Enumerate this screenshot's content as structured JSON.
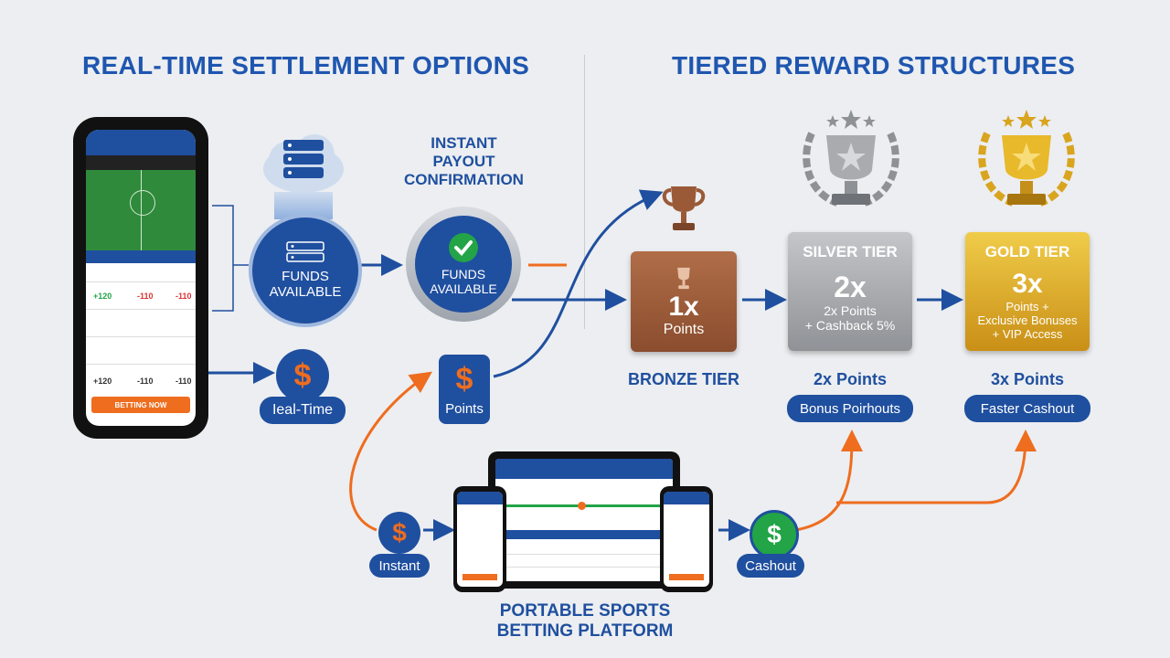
{
  "headings": {
    "left": "REAL-TIME SETTLEMENT OPTIONS",
    "right": "TIERED REWARD STRUCTURES"
  },
  "instant_payout": {
    "line1": "INSTANT",
    "line2": "PAYOUT",
    "line3": "CONFIRMATION"
  },
  "funds_cloud": {
    "line1": "FUNDS",
    "line2": "AVAILABLE"
  },
  "funds_check": {
    "line1": "FUNDS",
    "line2": "AVAILABLE"
  },
  "realtime": {
    "label": "Ieal-Time"
  },
  "points_node": {
    "label": "Points"
  },
  "instant_node": {
    "label": "Instant"
  },
  "cashout_node": {
    "label": "Cashout"
  },
  "platform": {
    "line1": "PORTABLE SPORTS",
    "line2": "BETTING PLATFORM"
  },
  "bronze": {
    "big": "1x",
    "sub": "Points",
    "caption": "BRONZE TIER"
  },
  "silver": {
    "title": "SILVER TIER",
    "big": "2x",
    "line1": "2x Points",
    "line2": "+ Cashback 5%",
    "caption": "2x Points",
    "pill": "Bonus Poirhouts"
  },
  "gold": {
    "title": "GOLD TIER",
    "big": "3x",
    "line1": "Points +",
    "line2": "Exclusive Bonuses",
    "line3": "+ VIP Access",
    "caption": "3x Points",
    "pill": "Faster Cashout"
  },
  "phone_main": {
    "odds_row1": [
      "+120",
      "-110",
      "-110"
    ],
    "odds_row2": [
      "+120",
      "-110",
      "-110"
    ],
    "cta": "BETTING NOW"
  },
  "colors": {
    "blue": "#1f4f9f",
    "orange": "#ee6d1f",
    "green": "#22a447",
    "bronze": "#9a5a38",
    "silver": "#a9abae",
    "gold": "#d9a51f"
  }
}
